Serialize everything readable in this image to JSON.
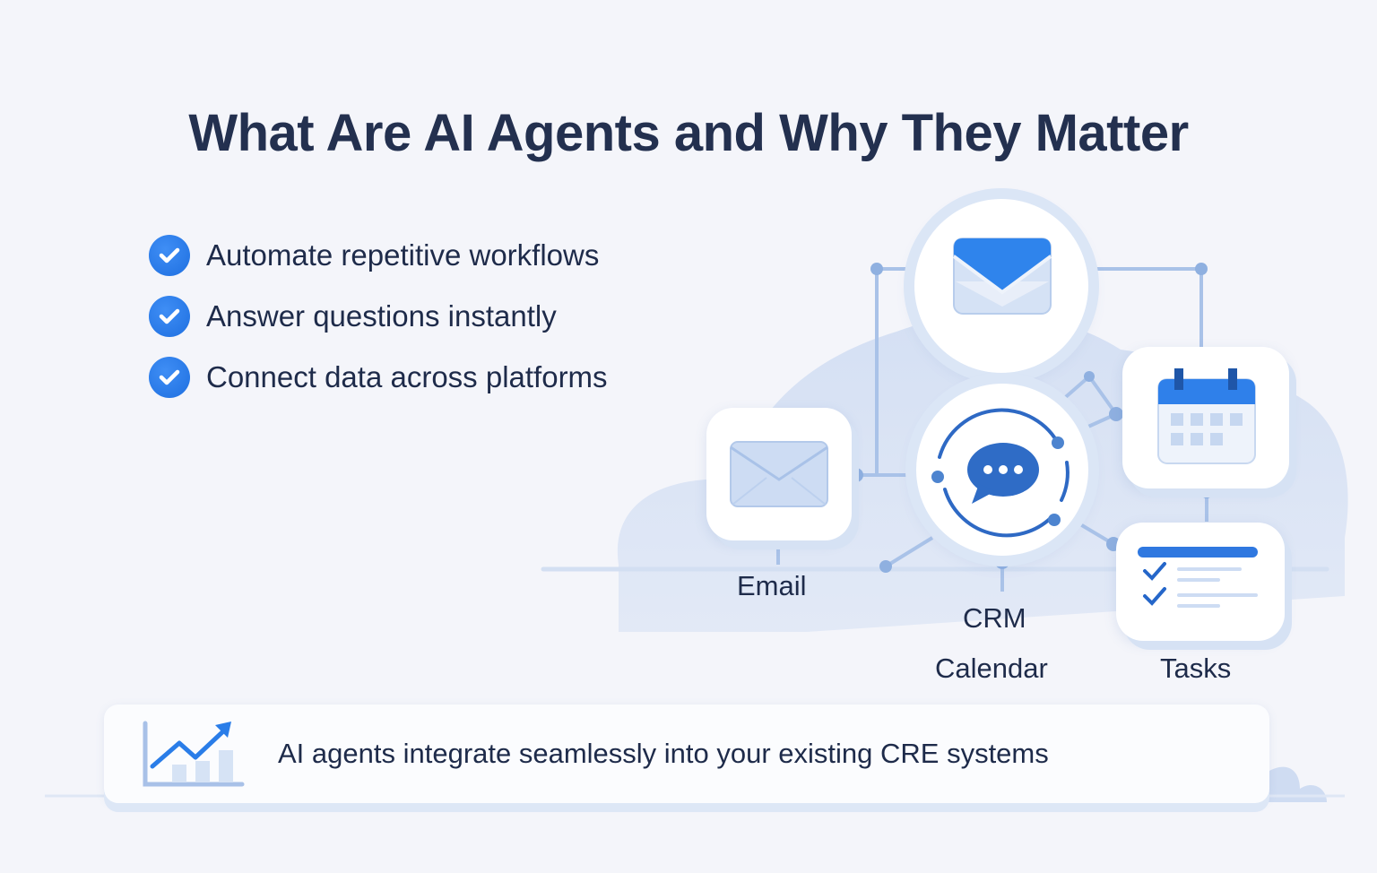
{
  "title": "What Are AI Agents and Why They Matter",
  "bullets": [
    {
      "icon": "check-circle-icon",
      "text": "Automate repetitive workflows"
    },
    {
      "icon": "check-circle-icon",
      "text": "Answer questions instantly"
    },
    {
      "icon": "check-circle-icon",
      "text": "Connect data across platforms"
    }
  ],
  "diagram": {
    "hub_icon": "chat-bubble-icon",
    "nodes": [
      {
        "id": "top-mail",
        "icon": "envelope-icon"
      },
      {
        "id": "email",
        "icon": "envelope-icon",
        "label": "Email"
      },
      {
        "id": "calendar",
        "icon": "calendar-icon"
      },
      {
        "id": "tasks",
        "icon": "checklist-icon",
        "label": "Tasks"
      }
    ],
    "labels": {
      "email": "Email",
      "crm": "CRM",
      "calendar": "Calendar",
      "tasks": "Tasks"
    }
  },
  "banner": {
    "icon": "growth-chart-icon",
    "text": "AI agents integrate seamlessly into your existing CRE systems"
  },
  "colors": {
    "background": "#f4f5fa",
    "text": "#1e2b4a",
    "accent": "#1e6fe0",
    "accent_light": "#c9daf3"
  }
}
